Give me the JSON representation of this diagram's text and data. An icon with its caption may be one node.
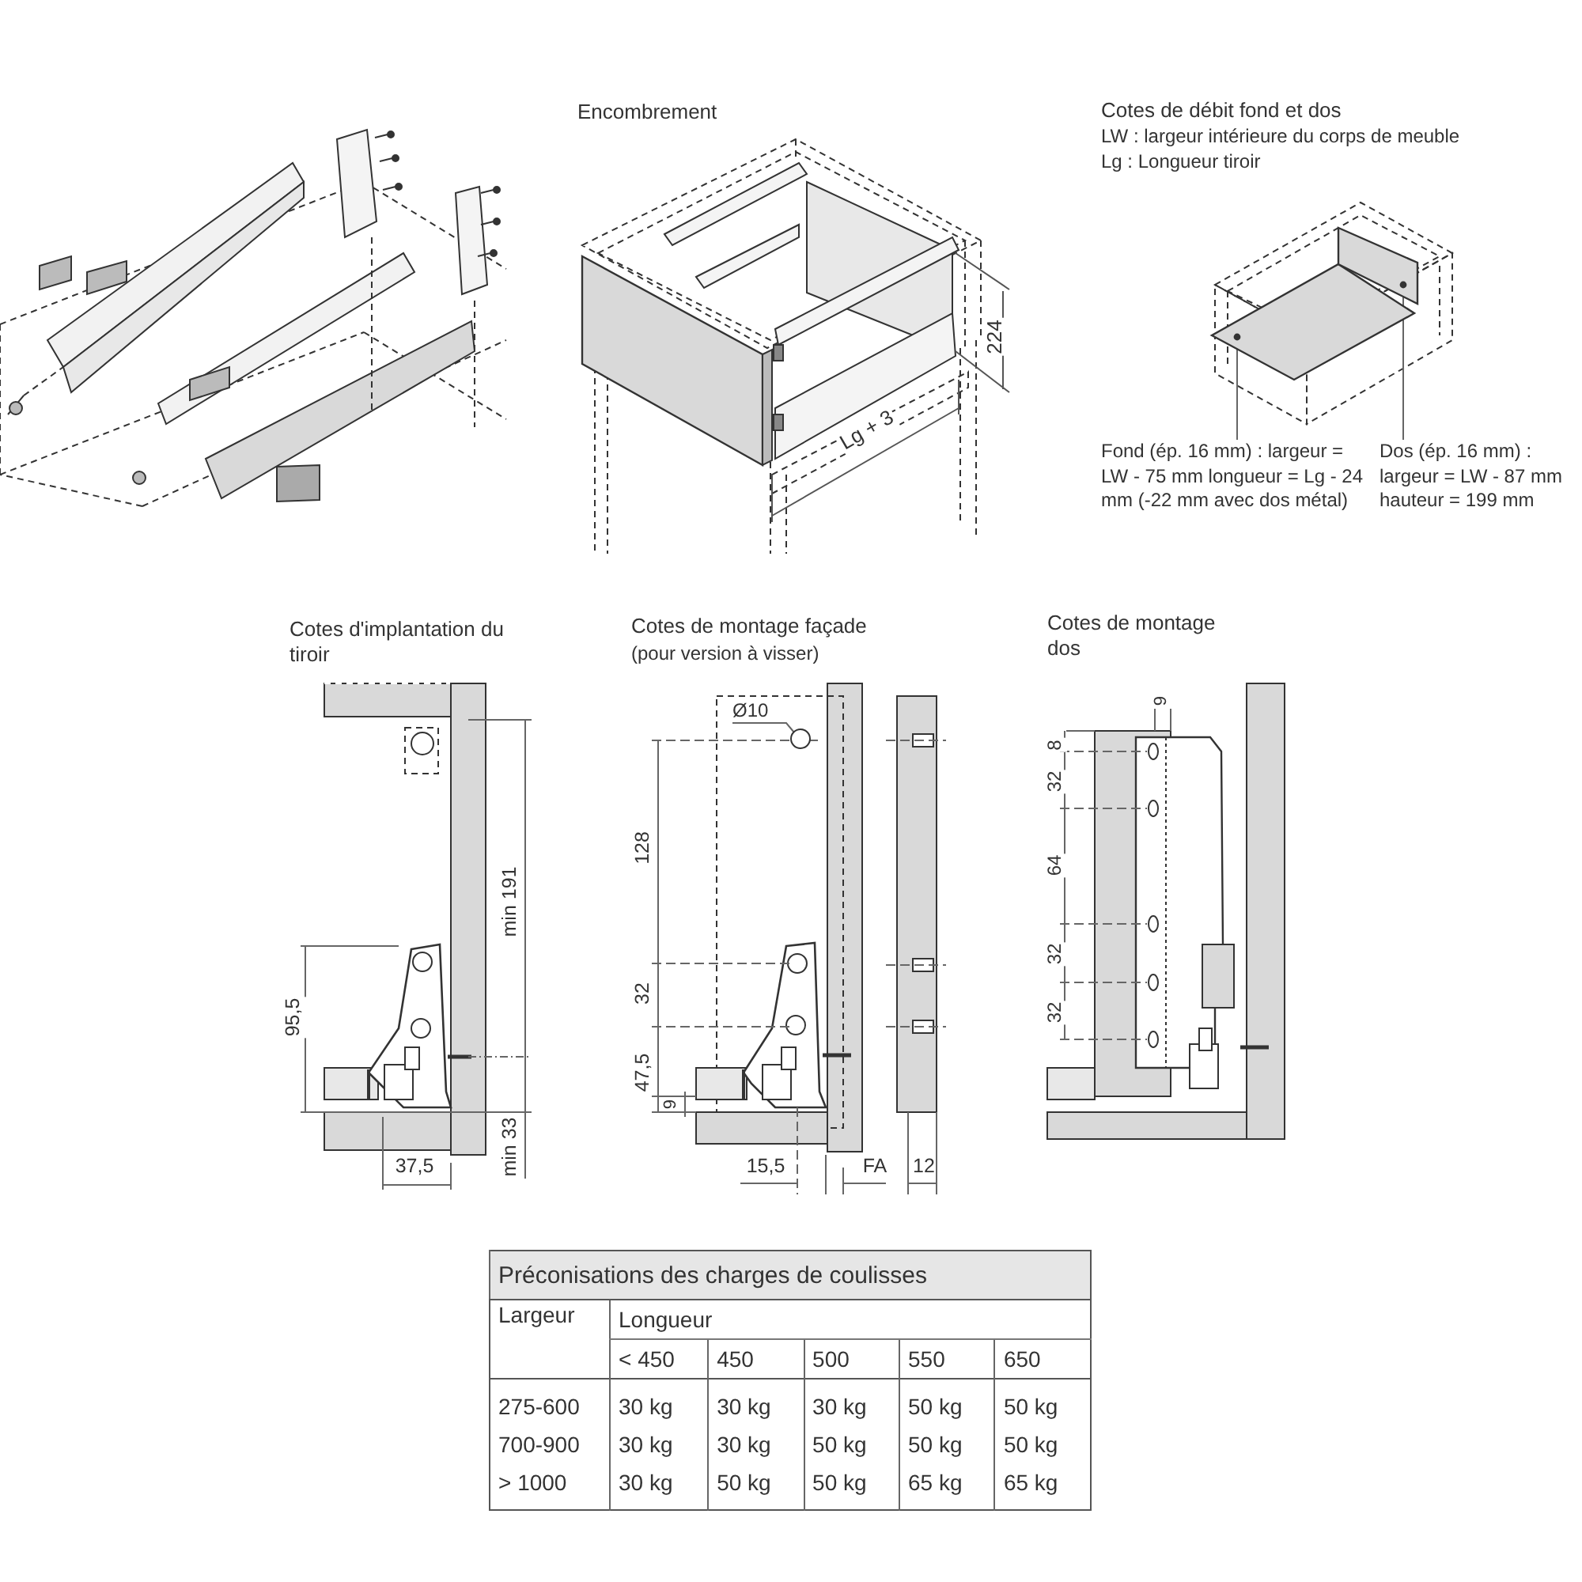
{
  "diagram": {
    "nodes": [
      {
        "text": [
          "Fond (ép. 16 mm) : largeur = LW - 75 mm longueur = Lg - 24 mm (-22 mm avec dos métal)"
        ]
      },
      {
        "text": [],
        "shape": "box"
      },
      {
        "text": [
          "Dos (ép. 16 mm) : largeur = LW - 87 mm hauteur = 199 mm"
        ]
      },
      {
        "text": [],
        "shape": "box"
      },
      {
        "text": [
          "Ø10"
        ]
      },
      {
        "text": [],
        "shape": "circle"
      }
    ],
    "edges": [
      {
        "from": 0,
        "to": 1,
        "arrow": "none"
      },
      {
        "from": 2,
        "to": 3,
        "arrow": "none"
      },
      {
        "from": 4,
        "to": 5,
        "arrow": "none"
      }
    ],
    "labels": [
      "Encombrement",
      "224",
      "Lg + 3",
      "Cotes de débit fond et dos",
      "LW : largeur intérieure du corps de meuble",
      "Lg : Longueur tiroir",
      "Cotes d'implantation du tiroir",
      "min 191",
      "95,5",
      "min 33",
      "37,5",
      "Cotes de montage façade",
      "(pour version à visser)",
      "128",
      "32",
      "47,5",
      "9",
      "15,5",
      "FA",
      "12",
      "Cotes de montage dos",
      "9",
      "8",
      "32",
      "64",
      "32",
      "32",
      "Préconisations des charges de coulisses",
      "Largeur",
      "Longueur",
      "< 450",
      "450",
      "500",
      "550",
      "650",
      "275-600",
      "30 kg",
      "30 kg",
      "30 kg",
      "50 kg",
      "50 kg",
      "700-900",
      "30 kg",
      "30 kg",
      "50 kg",
      "50 kg",
      "50 kg",
      "> 1000",
      "30 kg",
      "50 kg",
      "50 kg",
      "65 kg",
      "65 kg"
    ]
  }
}
